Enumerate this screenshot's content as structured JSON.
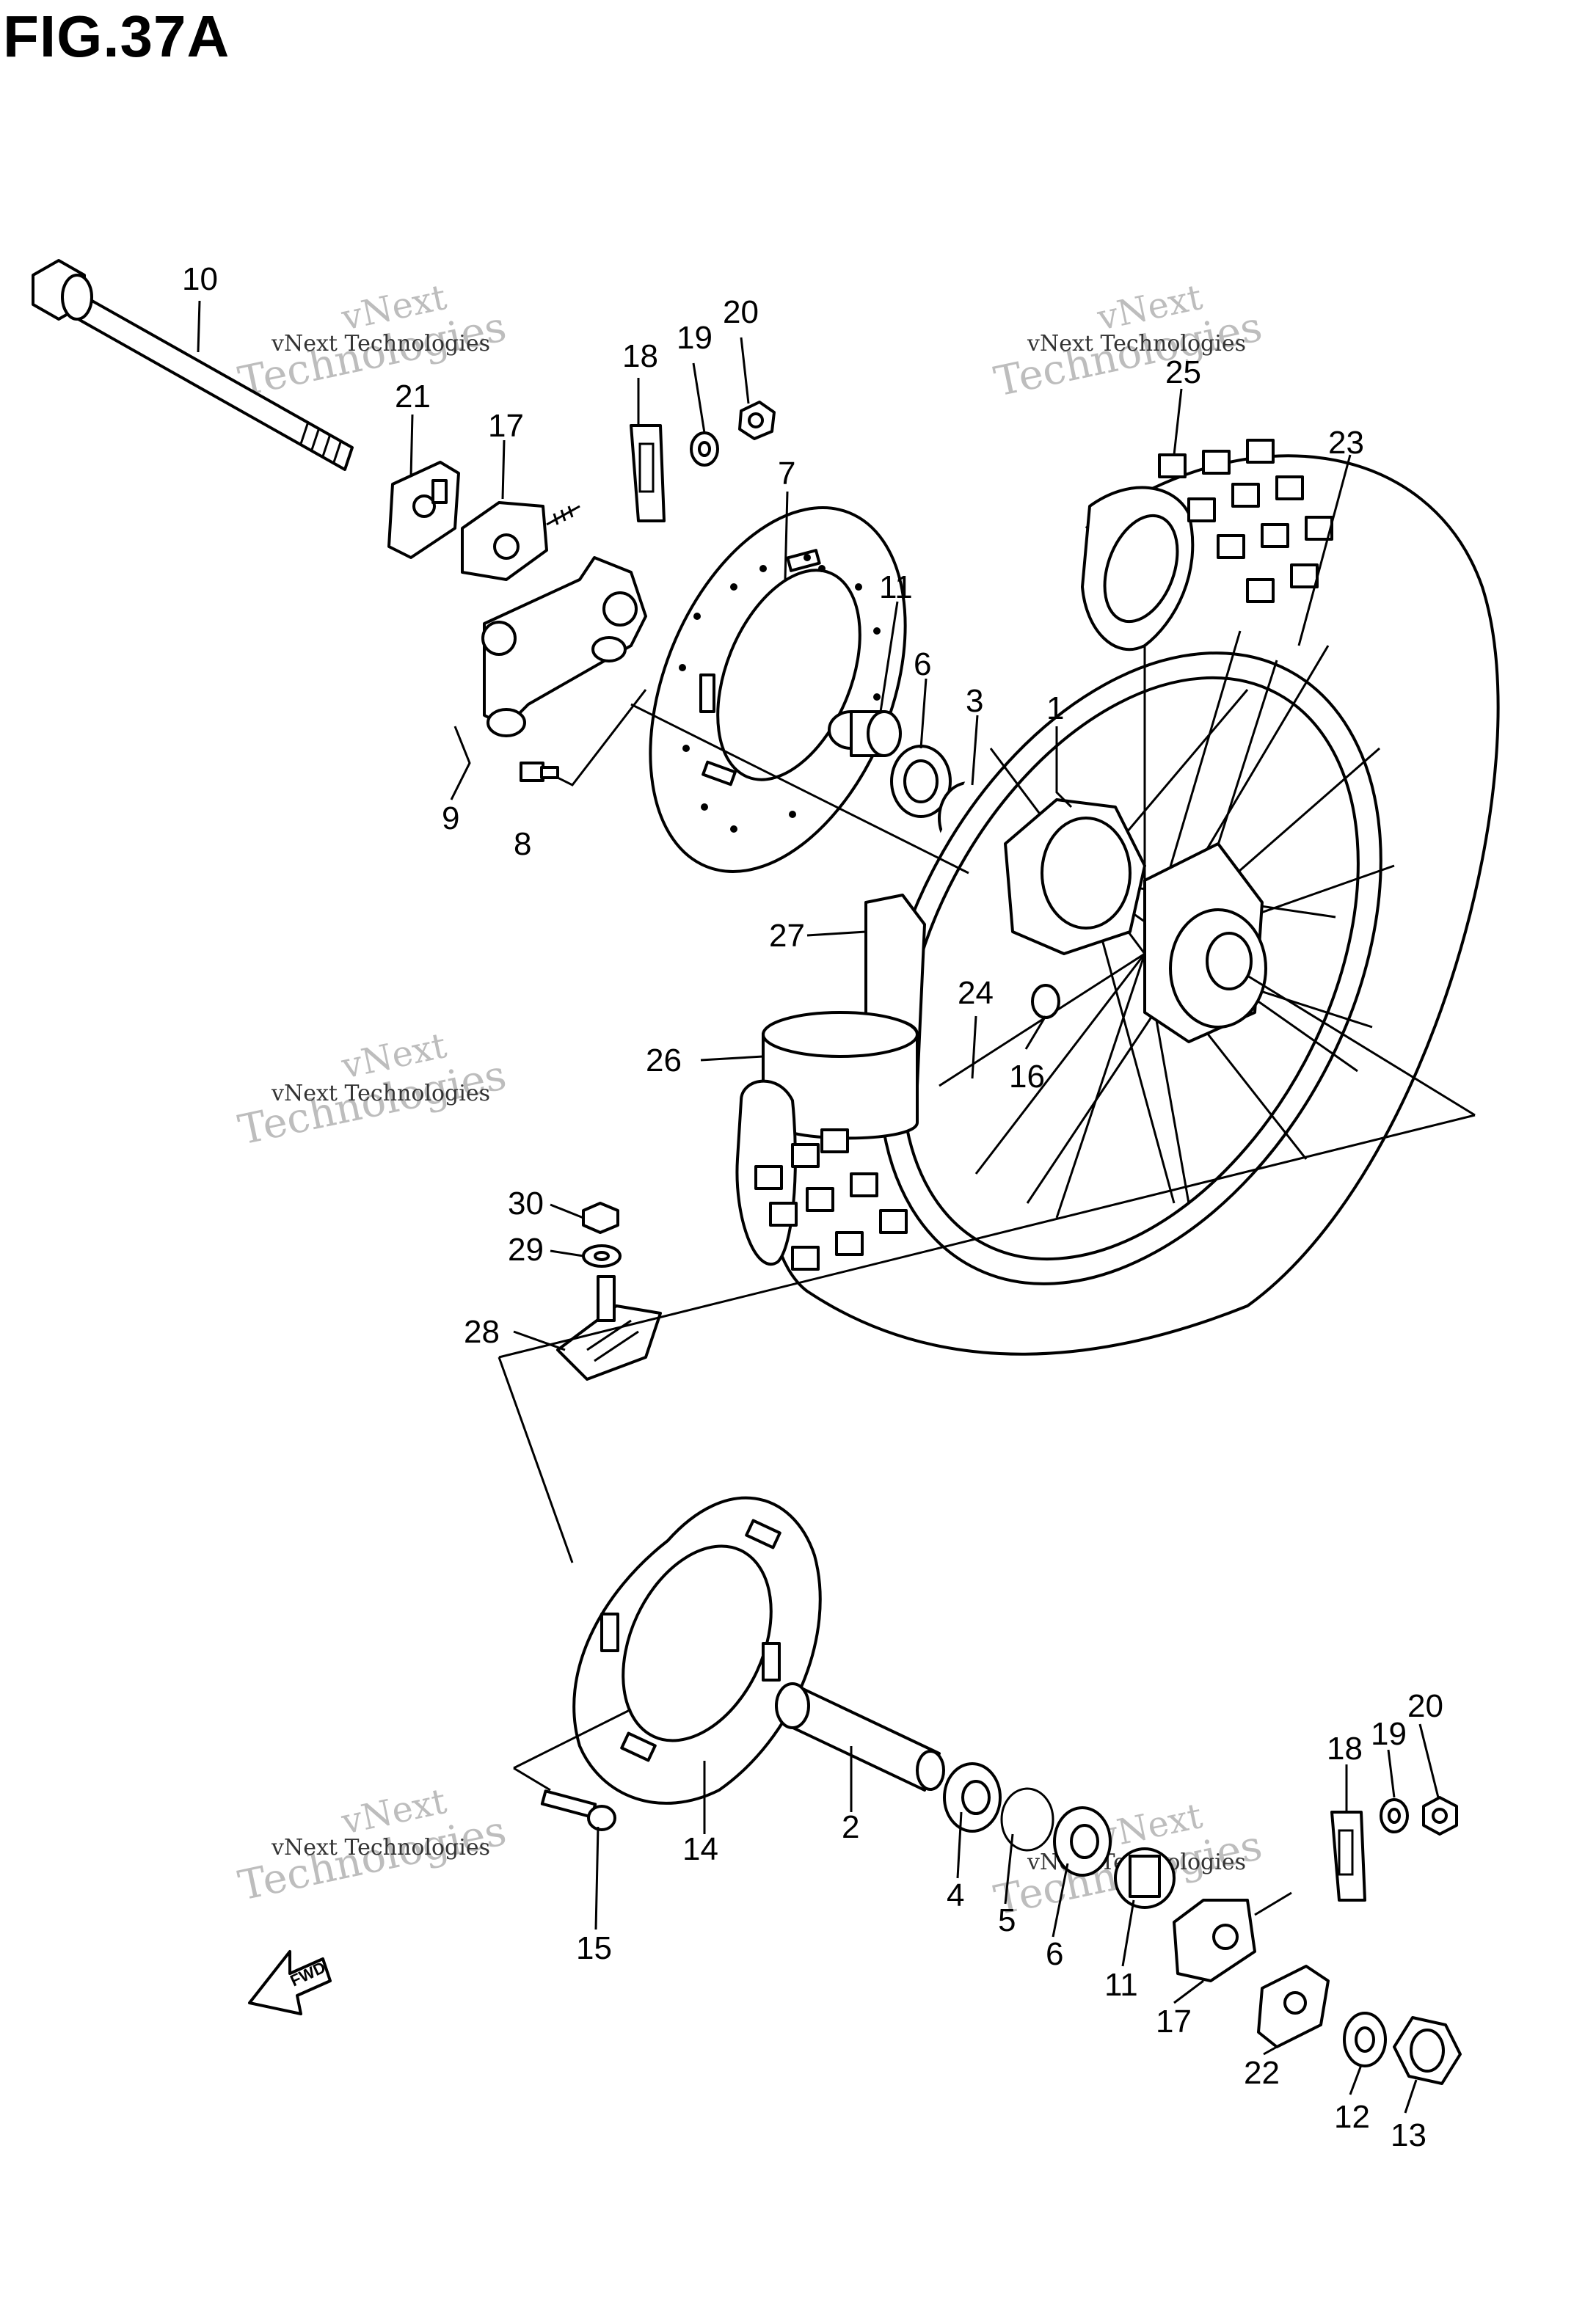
{
  "figure": {
    "title": "FIG.37A"
  },
  "callouts": {
    "c1": "1",
    "c2": "2",
    "c3": "3",
    "c4": "4",
    "c5": "5",
    "c6a": "6",
    "c6b": "6",
    "c7": "7",
    "c8": "8",
    "c9": "9",
    "c10": "10",
    "c11a": "11",
    "c11b": "11",
    "c12": "12",
    "c13": "13",
    "c14": "14",
    "c15": "15",
    "c16": "16",
    "c17a": "17",
    "c17b": "17",
    "c18a": "18",
    "c18b": "18",
    "c19a": "19",
    "c19b": "19",
    "c20a": "20",
    "c20b": "20",
    "c21": "21",
    "c22": "22",
    "c23": "23",
    "c24": "24",
    "c25": "25",
    "c26": "26",
    "c27": "27",
    "c28": "28",
    "c29": "29",
    "c30": "30"
  },
  "watermark": {
    "line1": "vNext",
    "line2": "Technologies",
    "small": "vNext Technologies"
  },
  "fwd_label": "FWD"
}
